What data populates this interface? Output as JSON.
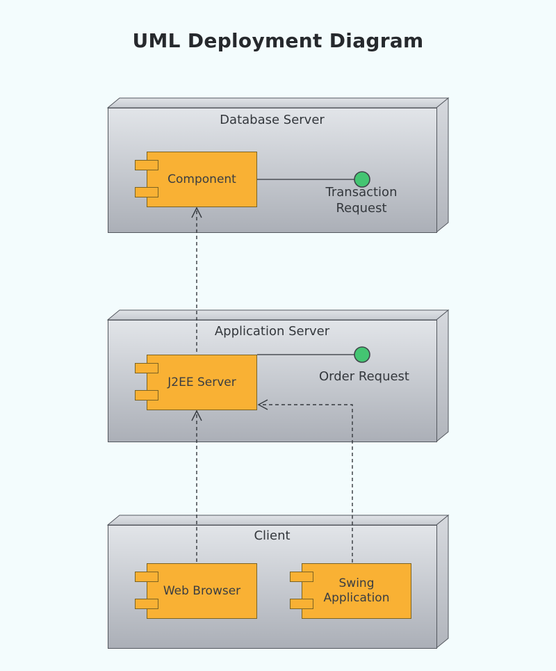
{
  "title": "UML Deployment Diagram",
  "nodes": [
    {
      "id": "database-server",
      "label": "Database Server"
    },
    {
      "id": "application-server",
      "label": "Application Server"
    },
    {
      "id": "client",
      "label": "Client"
    }
  ],
  "components": [
    {
      "id": "component",
      "label": "Component",
      "node": "database-server"
    },
    {
      "id": "j2ee-server",
      "label": "J2EE Server",
      "node": "application-server"
    },
    {
      "id": "web-browser",
      "label": "Web Browser",
      "node": "client"
    },
    {
      "id": "swing-application",
      "label": "Swing Application",
      "node": "client"
    }
  ],
  "interfaces": [
    {
      "id": "transaction-request",
      "label": "Transaction Request",
      "connected_component": "Component"
    },
    {
      "id": "order-request",
      "label": "Order Request",
      "connected_component": "J2EE Server"
    }
  ],
  "dependencies": [
    {
      "from": "J2EE Server",
      "to": "Component",
      "style": "dashed-arrow"
    },
    {
      "from": "Web Browser",
      "to": "J2EE Server",
      "style": "dashed-arrow"
    },
    {
      "from": "Swing Application",
      "to": "J2EE Server",
      "style": "dashed-arrow"
    }
  ],
  "colors": {
    "background": "#f3fcfd",
    "node_front_top": "#e2e5e9",
    "node_front_bottom": "#abafb7",
    "node_top_face": "#d4d8dd",
    "node_side_face": "#c2c6cc",
    "node_border": "#53575e",
    "component_fill": "#f9b134",
    "component_border": "#7b6323",
    "interface_fill": "#44c572",
    "connector": "#34383d",
    "text": "#33373c"
  }
}
